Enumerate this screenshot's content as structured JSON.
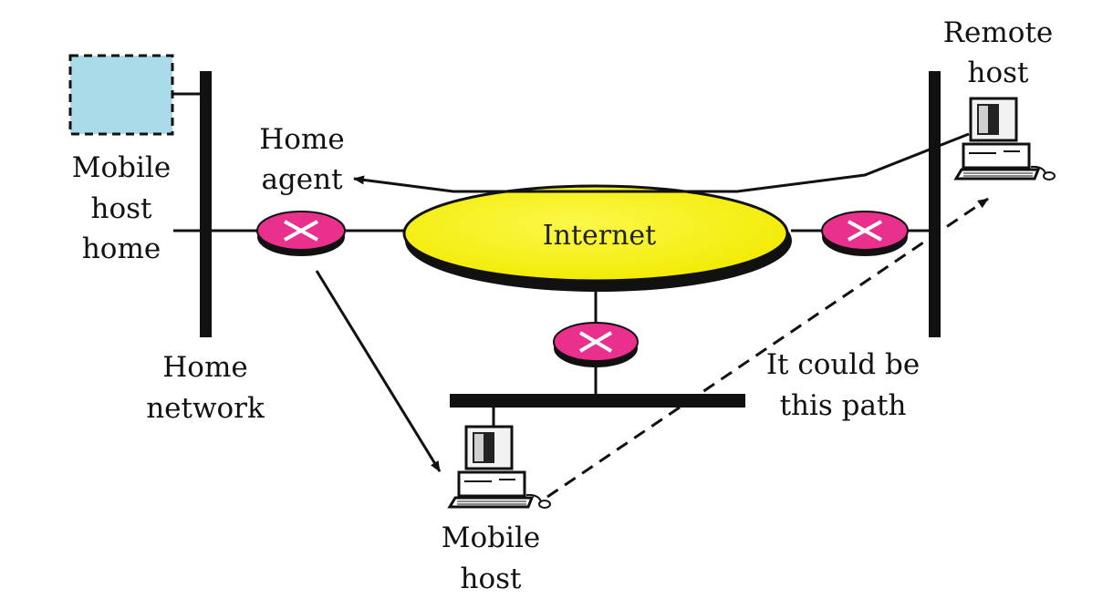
{
  "labels": {
    "remote_host_1": "Remote",
    "remote_host_2": "host",
    "home_agent_1": "Home",
    "home_agent_2": "agent",
    "mobile_home_1": "Mobile",
    "mobile_home_2": "host",
    "mobile_home_3": "home",
    "internet": "Internet",
    "home_network_1": "Home",
    "home_network_2": "network",
    "path_note_1": "It could be",
    "path_note_2": "this path",
    "mobile_host_1": "Mobile",
    "mobile_host_2": "host"
  },
  "colors": {
    "internet_fill": "#f6f200",
    "router_fill": "#e8308c",
    "mobile_home_box": "#a9dbe8",
    "line": "#111111"
  },
  "icons": {
    "router": "router-icon",
    "computer": "computer-icon"
  }
}
